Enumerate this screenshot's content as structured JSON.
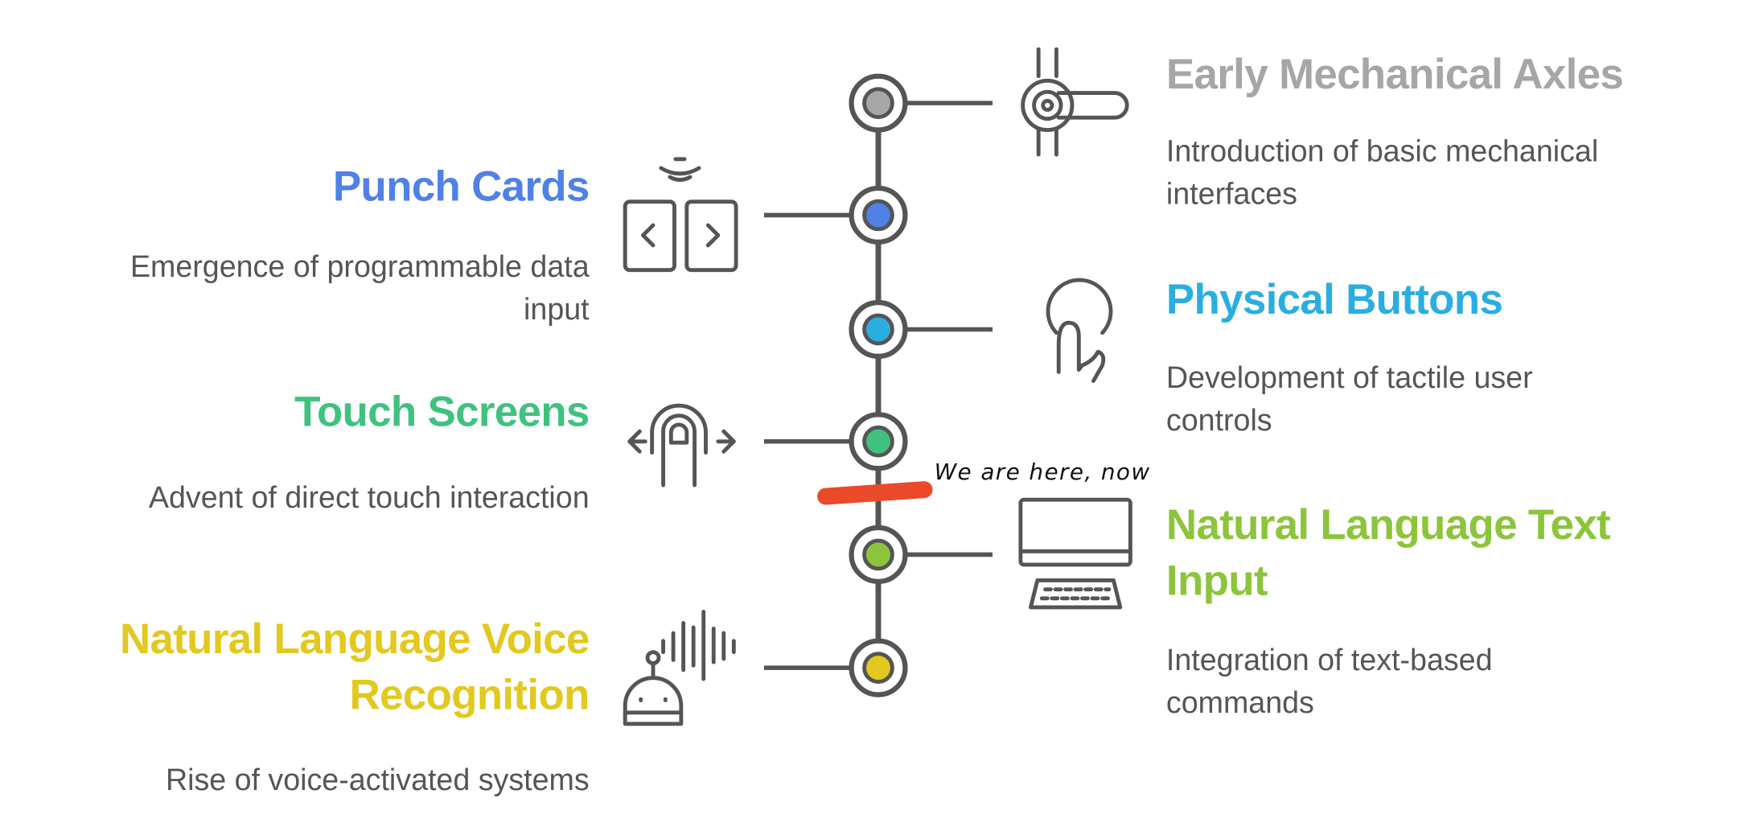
{
  "milestones": [
    {
      "title": "Early Mechanical Axles",
      "description": "Introduction of basic mechanical interfaces",
      "color": "#a6a6a6",
      "icon": "mechanical-axle-icon"
    },
    {
      "title": "Punch Cards",
      "description": "Emergence of programmable data input",
      "color": "#4f81e6",
      "icon": "punch-card-icon"
    },
    {
      "title": "Physical Buttons",
      "description": "Development of tactile user controls",
      "color": "#2aaee0",
      "icon": "push-button-icon"
    },
    {
      "title": "Touch Screens",
      "description": "Advent of direct touch interaction",
      "color": "#3fc27e",
      "icon": "touch-gesture-icon"
    },
    {
      "title": "Natural Language Text Input",
      "description": "Integration of text-based commands",
      "color": "#8cc43c",
      "icon": "computer-keyboard-icon"
    },
    {
      "title": "Natural Language Voice Recognition",
      "description": "Rise of voice-activated systems",
      "color": "#e2c81f",
      "icon": "voice-robot-icon"
    }
  ],
  "annotation": {
    "text": "We are here, now",
    "marker_color": "#ea4a2a"
  }
}
